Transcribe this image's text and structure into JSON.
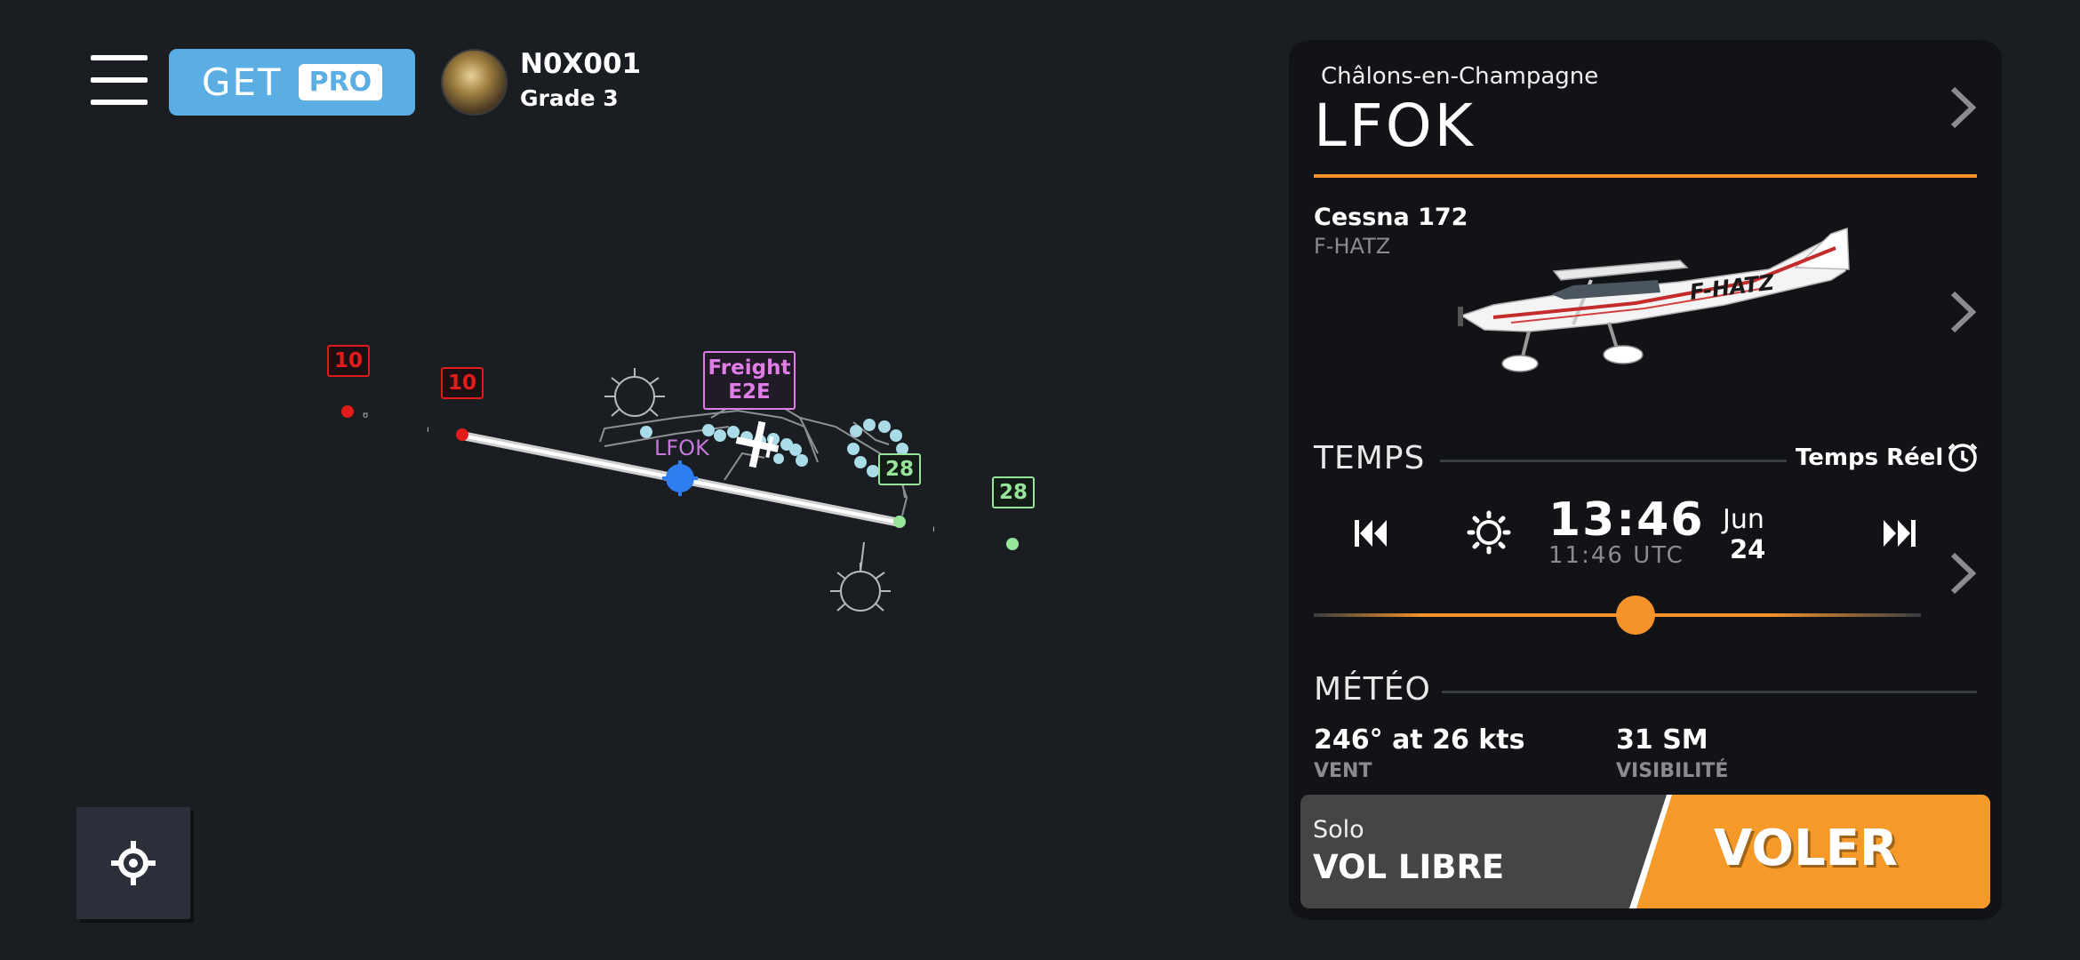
{
  "header": {
    "get_label": "GET",
    "pro_label": "PRO",
    "username": "N0X001",
    "grade": "Grade 3"
  },
  "map": {
    "runway_labels": [
      "10",
      "10",
      "28",
      "28"
    ],
    "poi_label_line1": "Freight",
    "poi_label_line2": "E2E",
    "airport_label": "LFOK"
  },
  "panel": {
    "airport": {
      "city": "Châlons-en-Champagne",
      "icao": "LFOK"
    },
    "aircraft": {
      "name": "Cessna 172",
      "registration": "F-HATZ",
      "tail_text": "F-HATZ"
    },
    "time": {
      "title": "TEMPS",
      "realtime_label": "Temps Réel",
      "local": "13:46",
      "utc": "11:46 UTC",
      "month": "Jun",
      "day": "24",
      "slider_position": 0.53
    },
    "weather": {
      "title": "MÉTÉO",
      "wind_value": "246° at 26 kts",
      "wind_label": "VENT",
      "visibility_value": "31 SM",
      "visibility_label": "VISIBILITÉ"
    },
    "mode": {
      "small": "Solo",
      "big": "VOL LIBRE",
      "fly_label": "VOLER"
    }
  },
  "colors": {
    "background": "#1a1d22",
    "panel": "#111316",
    "accent_orange": "#f5932a",
    "pro_blue": "#5aaee4",
    "runway_red": "#e41b1b",
    "runway_green": "#97e59a",
    "poi_pink": "#e07ee7"
  }
}
